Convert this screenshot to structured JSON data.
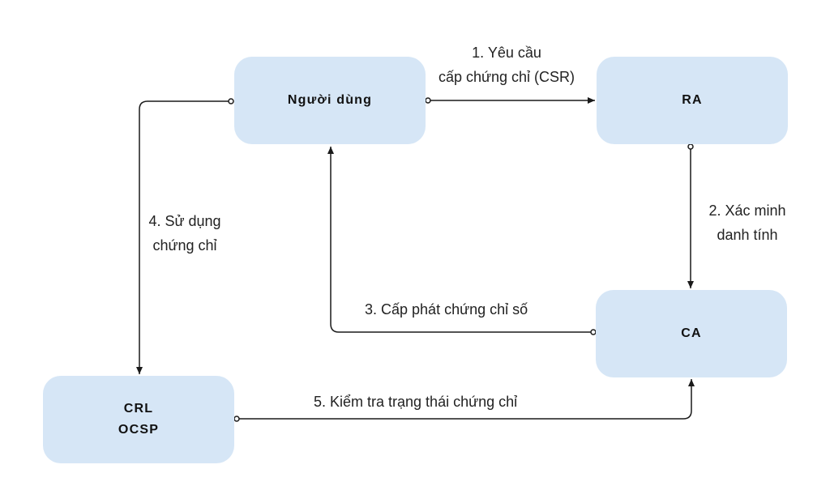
{
  "nodes": {
    "user": "Người dùng",
    "ra": "RA",
    "ca": "CA",
    "crl_line1": "CRL",
    "crl_line2": "OCSP"
  },
  "edges": {
    "step1_line1": "1. Yêu cầu",
    "step1_line2": "cấp chứng chỉ (CSR)",
    "step2_line1": "2. Xác minh",
    "step2_line2": "danh tính",
    "step3": "3. Cấp phát chứng chỉ số",
    "step4_line1": "4. Sử dụng",
    "step4_line2": "chứng chỉ",
    "step5": "5. Kiểm tra trạng thái chứng chỉ"
  },
  "colors": {
    "node_fill": "#d6e6f6",
    "edge_stroke": "#1a1a1a",
    "text": "#111111"
  }
}
